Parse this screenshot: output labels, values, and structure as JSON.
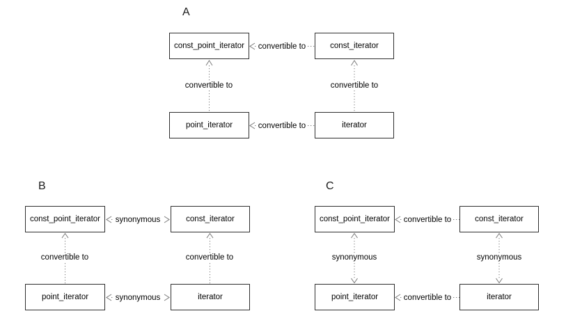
{
  "colors": {
    "background": "#ffffff",
    "box_border": "#2d2d2d",
    "arrow_line": "#787878",
    "text": "#000000"
  },
  "diagrams": [
    {
      "label": "A",
      "boxes": [
        {
          "id": "const_point_iterator",
          "label": "const_point_iterator"
        },
        {
          "id": "const_iterator",
          "label": "const_iterator"
        },
        {
          "id": "point_iterator",
          "label": "point_iterator"
        },
        {
          "id": "iterator",
          "label": "iterator"
        }
      ],
      "edges": [
        {
          "label": "convertible to",
          "from": "const_iterator",
          "to": "const_point_iterator",
          "style": "dotted",
          "heads": "single-left"
        },
        {
          "label": "convertible to",
          "from": "iterator",
          "to": "point_iterator",
          "style": "dotted",
          "heads": "single-left"
        },
        {
          "label": "convertible to",
          "from": "point_iterator",
          "to": "const_point_iterator",
          "style": "dotted",
          "heads": "single-up"
        },
        {
          "label": "convertible to",
          "from": "iterator",
          "to": "const_iterator",
          "style": "dotted",
          "heads": "single-up"
        }
      ]
    },
    {
      "label": "B",
      "boxes": [
        {
          "id": "const_point_iterator",
          "label": "const_point_iterator"
        },
        {
          "id": "const_iterator",
          "label": "const_iterator"
        },
        {
          "id": "point_iterator",
          "label": "point_iterator"
        },
        {
          "id": "iterator",
          "label": "iterator"
        }
      ],
      "edges": [
        {
          "label": "synonymous",
          "from": "const_point_iterator",
          "to": "const_iterator",
          "style": "dotted",
          "heads": "double-horizontal"
        },
        {
          "label": "synonymous",
          "from": "point_iterator",
          "to": "iterator",
          "style": "dotted",
          "heads": "double-horizontal"
        },
        {
          "label": "convertible to",
          "from": "point_iterator",
          "to": "const_point_iterator",
          "style": "dotted",
          "heads": "single-up"
        },
        {
          "label": "convertible to",
          "from": "iterator",
          "to": "const_iterator",
          "style": "dotted",
          "heads": "single-up"
        }
      ]
    },
    {
      "label": "C",
      "boxes": [
        {
          "id": "const_point_iterator",
          "label": "const_point_iterator"
        },
        {
          "id": "const_iterator",
          "label": "const_iterator"
        },
        {
          "id": "point_iterator",
          "label": "point_iterator"
        },
        {
          "id": "iterator",
          "label": "iterator"
        }
      ],
      "edges": [
        {
          "label": "convertible to",
          "from": "const_iterator",
          "to": "const_point_iterator",
          "style": "dotted",
          "heads": "single-left"
        },
        {
          "label": "convertible to",
          "from": "iterator",
          "to": "point_iterator",
          "style": "dotted",
          "heads": "single-left"
        },
        {
          "label": "synonymous",
          "from": "const_point_iterator",
          "to": "point_iterator",
          "style": "dotted",
          "heads": "double-vertical"
        },
        {
          "label": "synonymous",
          "from": "const_iterator",
          "to": "iterator",
          "style": "dotted",
          "heads": "double-vertical"
        }
      ]
    }
  ]
}
